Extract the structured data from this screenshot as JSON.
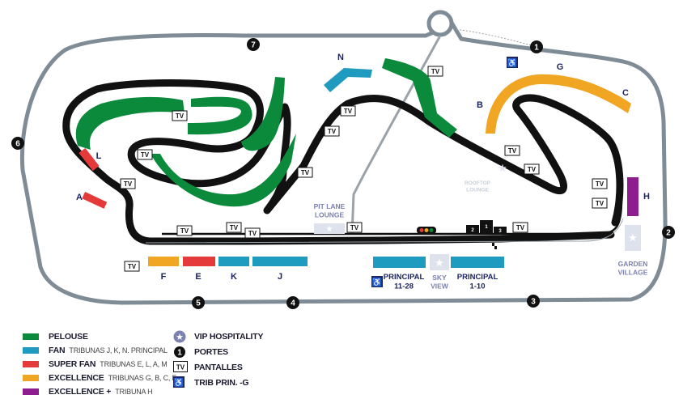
{
  "gates": [
    "1",
    "2",
    "3",
    "4",
    "5",
    "6",
    "7"
  ],
  "stands": {
    "N": "N",
    "L": "L",
    "A": "A",
    "G": "G",
    "B": "B",
    "C": "C",
    "H": "H",
    "F": "F",
    "E": "E",
    "K": "K",
    "J": "J"
  },
  "labels": {
    "pit_lane_lounge": [
      "PIT LANE",
      "LOUNGE"
    ],
    "rooftop_lounge": [
      "ROOFTOP",
      "LOUNGE"
    ],
    "sky_view": [
      "SKY",
      "VIEW"
    ],
    "garden_village": [
      "GARDEN",
      "VILLAGE"
    ],
    "principal_left": [
      "PRINCIPAL",
      "11-28"
    ],
    "principal_right": [
      "PRINCIPAL",
      "1-10"
    ]
  },
  "screen_label": "TV",
  "podium": [
    "2",
    "1",
    "3"
  ],
  "legend": {
    "items": [
      {
        "main": "PELOUSE",
        "sub": "",
        "color": "#0a8a3a"
      },
      {
        "main": "FAN",
        "sub": "TRIBUNAS J, K, N. PRINCIPAL",
        "color": "#1e9bbf"
      },
      {
        "main": "SUPER FAN",
        "sub": "TRIBUNAS E, L, A, M",
        "color": "#e53a3a"
      },
      {
        "main": "EXCELLENCE",
        "sub": "TRIBUNAS G, B, C, F",
        "color": "#f0a523"
      },
      {
        "main": "EXCELLENCE +",
        "sub": "TRIBUNA H",
        "color": "#8e1e8f"
      }
    ],
    "symbols": [
      {
        "label": "VIP HOSPITALITY",
        "icon": "star-icon"
      },
      {
        "label": "PORTES",
        "icon": "gate-number-icon",
        "glyph": "1"
      },
      {
        "label": "PANTALLES",
        "icon": "tv-screen-icon",
        "glyph": "TV"
      },
      {
        "label": "TRIB PRIN. -G",
        "icon": "accessibility-icon"
      }
    ]
  },
  "colors": {
    "track": "#111111",
    "border": "#7f8c95",
    "pelouse": "#0a8a3a",
    "fan": "#1e9bbf",
    "superfan": "#e53a3a",
    "excellence": "#f0a523",
    "excellence_plus": "#8e1e8f",
    "lounge": "#dde2ec",
    "lounge_text": "#7c82b0",
    "navy": "#1d2561"
  }
}
